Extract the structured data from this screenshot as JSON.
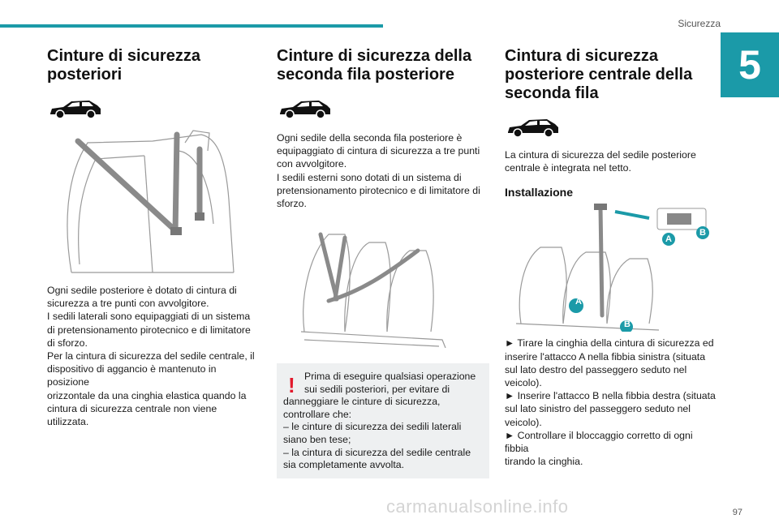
{
  "header": {
    "section": "Sicurezza",
    "chapter": "5",
    "accent": "#1b9aa8"
  },
  "col1": {
    "title_l1": "Cinture di sicurezza",
    "title_l2": "posteriori",
    "lines": [
      "Ogni sedile posteriore è dotato di cintura di",
      "sicurezza a tre punti con avvolgitore.",
      "I sedili laterali sono equipaggiati di un sistema",
      "di pretensionamento pirotecnico e di limitatore",
      "di sforzo.",
      "Per la cintura di sicurezza del sedile centrale, il",
      "dispositivo di aggancio è mantenuto in posizione",
      "orizzontale da una cinghia elastica quando la",
      "cintura di sicurezza centrale non viene utilizzata."
    ]
  },
  "col2": {
    "title_l1": "Cinture di sicurezza della",
    "title_l2": "seconda fila posteriore",
    "lines": [
      "Ogni sedile della seconda fila posteriore è",
      "equipaggiato di cintura di sicurezza a tre punti",
      "con avvolgitore.",
      "I sedili esterni sono dotati di un sistema di",
      "pretensionamento pirotecnico e di limitatore di",
      "sforzo."
    ],
    "warning": {
      "icon": "!",
      "lines": [
        "Prima di eseguire qualsiasi operazione",
        "sui sedili posteriori, per evitare di",
        "danneggiare le cinture di sicurezza,",
        "controllare che:",
        "– le cinture di sicurezza dei sedili laterali",
        "siano ben tese;",
        "– la cintura di sicurezza del sedile centrale",
        "sia completamente avvolta."
      ],
      "color": "#e2192c"
    }
  },
  "col3": {
    "title_l1": "Cintura di sicurezza",
    "title_l2": "posteriore centrale della",
    "title_l3": "seconda fila",
    "intro_l1": "La cintura di sicurezza del sedile posteriore",
    "intro_l2": "centrale è integrata nel tetto.",
    "subtitle": "Installazione",
    "label_a": "A",
    "label_b": "B",
    "steps": [
      "► Tirare la cinghia della cintura di sicurezza ed",
      "inserire l'attacco A nella fibbia sinistra (situata",
      "sul lato destro del passeggero seduto nel",
      "veicolo).",
      "► Inserire l'attacco B nella fibbia destra (situata",
      "sul lato sinistro del passeggero seduto nel",
      "veicolo).",
      "► Controllare il bloccaggio corretto di ogni fibbia",
      "tirando la cinghia."
    ]
  },
  "footer": {
    "page": "97",
    "watermark": "carmanualsonline.info"
  }
}
